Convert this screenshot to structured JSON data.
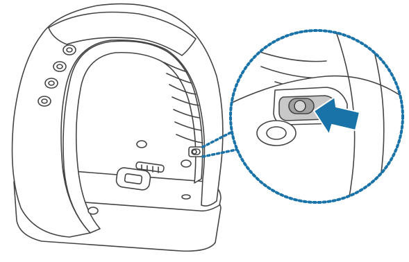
{
  "figure": {
    "subject": "wrist-device-with-strap",
    "callout": "zoomed-view-of-switch",
    "arrow_direction": "left"
  },
  "colors": {
    "outline": "#444444",
    "fill": "#ffffff",
    "accent": "#1a73a8",
    "switch_body": "#c8c8c8",
    "switch_knob": "#a0a0a0"
  },
  "icons": {
    "arrow": "arrow-left-icon",
    "switch": "toggle-switch-icon",
    "zoom": "magnifier-circle-icon"
  }
}
